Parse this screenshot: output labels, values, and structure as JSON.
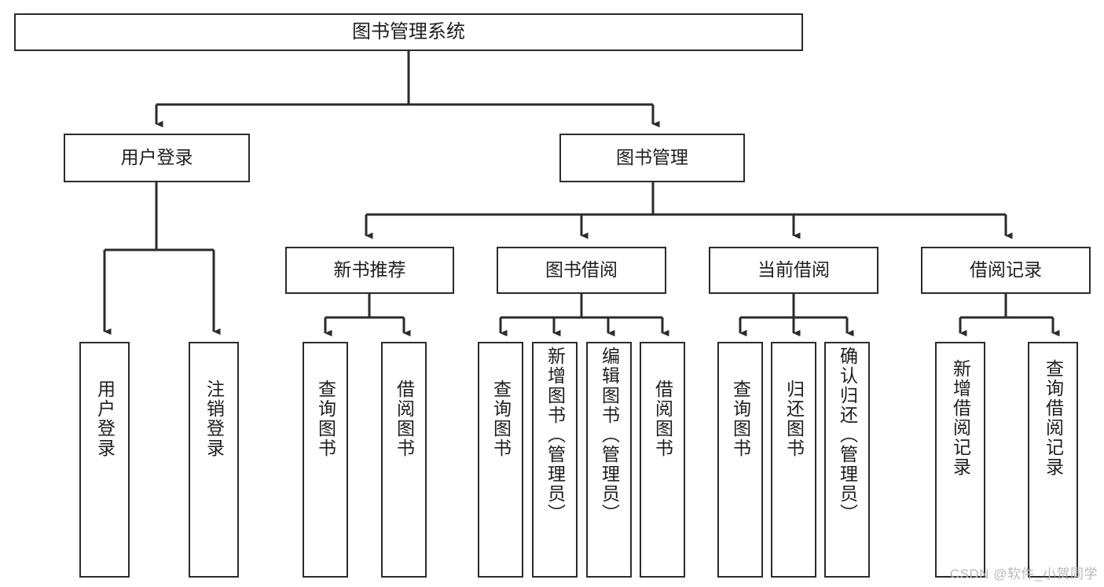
{
  "diagram": {
    "title": "图书管理系统",
    "type": "tree",
    "orientation": "top-down",
    "colors": {
      "box_border": "#2b2b2b",
      "box_fill": "#ffffff",
      "connector": "#2b2b2b",
      "text": "#1d1d1d",
      "watermark": "#b9b9b9",
      "background": "#ffffff"
    },
    "watermark": "CSDN @软件_小贺同学",
    "root": {
      "id": "root",
      "label": "图书管理系统"
    },
    "level2": [
      {
        "id": "l2-0",
        "label": "用户登录"
      },
      {
        "id": "l2-1",
        "label": "图书管理"
      }
    ],
    "level3": [
      {
        "id": "l3-0",
        "label": "新书推荐",
        "parent": "l2-1"
      },
      {
        "id": "l3-1",
        "label": "图书借阅",
        "parent": "l2-1"
      },
      {
        "id": "l3-2",
        "label": "当前借阅",
        "parent": "l2-1"
      },
      {
        "id": "l3-3",
        "label": "借阅记录",
        "parent": "l2-1"
      }
    ],
    "leaves": [
      {
        "id": "leaf-0",
        "label": "用户登录",
        "parent": "l2-0"
      },
      {
        "id": "leaf-1",
        "label": "注销登录",
        "parent": "l2-0"
      },
      {
        "id": "leaf-2",
        "label": "查询图书",
        "parent": "l3-0"
      },
      {
        "id": "leaf-3",
        "label": "借阅图书",
        "parent": "l3-0"
      },
      {
        "id": "leaf-4",
        "label": "查询图书",
        "parent": "l3-1"
      },
      {
        "id": "leaf-5",
        "label": "新增图书（管理员）",
        "parent": "l3-1"
      },
      {
        "id": "leaf-6",
        "label": "编辑图书（管理员）",
        "parent": "l3-1"
      },
      {
        "id": "leaf-7",
        "label": "借阅图书",
        "parent": "l3-1"
      },
      {
        "id": "leaf-8",
        "label": "查询图书",
        "parent": "l3-2"
      },
      {
        "id": "leaf-9",
        "label": "归还图书",
        "parent": "l3-2"
      },
      {
        "id": "leaf-10",
        "label": "确认归还（管理员）",
        "parent": "l3-2"
      },
      {
        "id": "leaf-11",
        "label": "新增借阅记录",
        "parent": "l3-3"
      },
      {
        "id": "leaf-12",
        "label": "查询借阅记录",
        "parent": "l3-3"
      }
    ]
  }
}
